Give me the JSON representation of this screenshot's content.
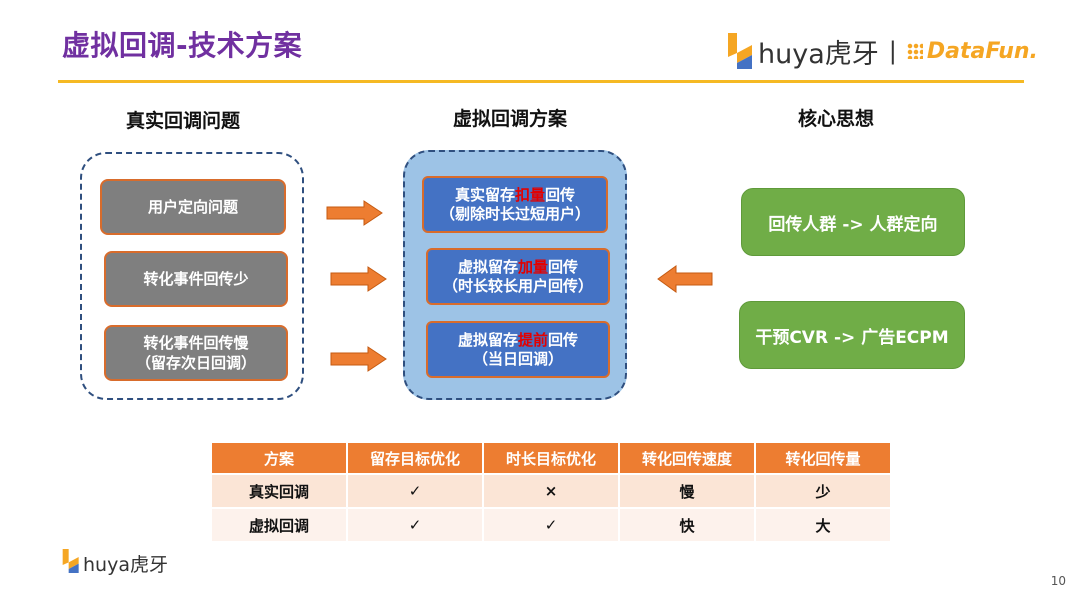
{
  "header": {
    "title": "虚拟回调-技术方案",
    "brand_huya": "huya虎牙",
    "brand_separator": "|",
    "brand_datafun": "DataFun."
  },
  "columns": {
    "left": "真实回调问题",
    "middle": "虚拟回调方案",
    "right": "核心思想"
  },
  "problems": [
    {
      "line1": "用户定向问题",
      "line2": ""
    },
    {
      "line1": "转化事件回传少",
      "line2": ""
    },
    {
      "line1": "转化事件回传慢",
      "line2": "（留存次日回调）"
    }
  ],
  "solutions": [
    {
      "pre": "真实留存",
      "hl": "扣量",
      "post": "回传",
      "note": "（剔除时长过短用户）"
    },
    {
      "pre": "虚拟留存",
      "hl": "加量",
      "post": "回传",
      "note": "（时长较长用户回传）"
    },
    {
      "pre": "虚拟留存",
      "hl": "提前",
      "post": "回传",
      "note": "（当日回调）"
    }
  ],
  "ideas": [
    "回传人群 -> 人群定向",
    "干预CVR -> 广告ECPM"
  ],
  "table": {
    "headers": [
      "方案",
      "留存目标优化",
      "时长目标优化",
      "转化回传速度",
      "转化回传量"
    ],
    "rows": [
      {
        "name": "真实回调",
        "retention": "✓",
        "duration": "×",
        "speed": "慢",
        "volume": "少"
      },
      {
        "name": "虚拟回调",
        "retention": "✓",
        "duration": "✓",
        "speed": "快",
        "volume": "大"
      }
    ]
  },
  "footer": {
    "brand": "huya虎牙",
    "page_number": "10"
  },
  "colors": {
    "title": "#7030a0",
    "rule": "#f5b923",
    "arrow": "#ed7d31",
    "problem_box": "#7f7f7f",
    "solution_box": "#4472c4",
    "idea_box": "#70ad47",
    "table_header": "#ed7d31"
  }
}
